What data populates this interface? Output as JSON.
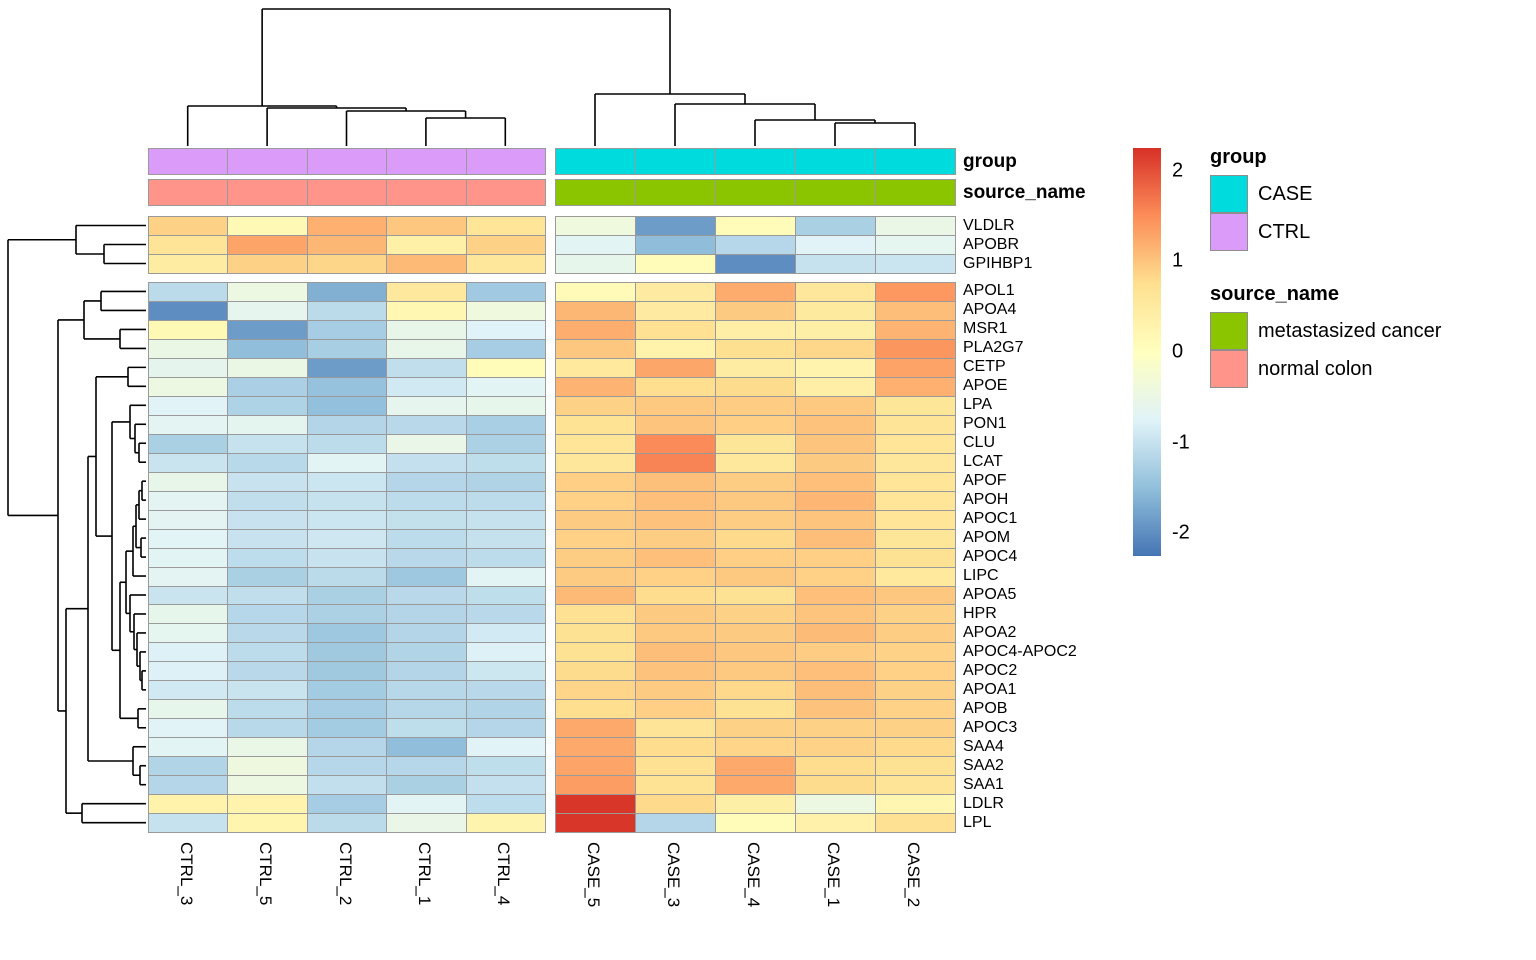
{
  "chart_data": {
    "type": "heatmap",
    "columns": [
      "CTRL_3",
      "CTRL_5",
      "CTRL_2",
      "CTRL_1",
      "CTRL_4",
      "CASE_5",
      "CASE_3",
      "CASE_4",
      "CASE_1",
      "CASE_2"
    ],
    "column_annotations": {
      "group": {
        "label": "group",
        "values": [
          "CTRL",
          "CTRL",
          "CTRL",
          "CTRL",
          "CTRL",
          "CASE",
          "CASE",
          "CASE",
          "CASE",
          "CASE"
        ],
        "colors": {
          "CASE": "#00DBDD",
          "CTRL": "#DA9CF8"
        }
      },
      "source_name": {
        "label": "source_name",
        "values": [
          "normal colon",
          "normal colon",
          "normal colon",
          "normal colon",
          "normal colon",
          "metastasized cancer",
          "metastasized cancer",
          "metastasized cancer",
          "metastasized cancer",
          "metastasized cancer"
        ],
        "colors": {
          "metastasized cancer": "#8BC500",
          "normal colon": "#FF948A"
        }
      }
    },
    "row_blocks": [
      {
        "rows": [
          "VLDLR",
          "APOBR",
          "GPIHBP1"
        ],
        "values": [
          [
            0.88,
            0.15,
            1.18,
            0.98,
            0.63,
            -0.4,
            -1.85,
            0.1,
            -1.26,
            -0.52
          ],
          [
            0.65,
            1.28,
            1.12,
            0.37,
            0.88,
            -0.7,
            -1.52,
            -1.15,
            -0.72,
            -0.63
          ],
          [
            0.45,
            0.88,
            0.84,
            1.1,
            0.58,
            -0.58,
            0.08,
            -2.0,
            -1.0,
            -0.96
          ]
        ]
      },
      {
        "rows": [
          "APOL1",
          "APOA4",
          "MSR1",
          "PLA2G7",
          "CETP",
          "APOE",
          "LPA",
          "PON1",
          "CLU",
          "LCAT",
          "APOF",
          "APOH",
          "APOC1",
          "APOM",
          "APOC4",
          "LIPC",
          "APOA5",
          "HPR",
          "APOA2",
          "APOC4-APOC2",
          "APOC2",
          "APOA1",
          "APOB",
          "APOC3",
          "SAA4",
          "SAA2",
          "SAA1",
          "LDLR",
          "LPL"
        ],
        "values": [
          [
            -1.1,
            -0.45,
            -1.65,
            0.55,
            -1.35,
            0.12,
            0.5,
            1.22,
            0.57,
            1.4
          ],
          [
            -2.0,
            -0.6,
            -1.1,
            0.2,
            -0.4,
            1.12,
            0.48,
            0.95,
            0.52,
            1.06
          ],
          [
            0.15,
            -1.85,
            -1.3,
            -0.55,
            -0.75,
            1.2,
            0.72,
            0.4,
            0.38,
            1.15
          ],
          [
            -0.5,
            -1.5,
            -1.28,
            -0.55,
            -1.3,
            0.98,
            0.3,
            0.74,
            0.83,
            1.42
          ],
          [
            -0.62,
            -0.5,
            -1.85,
            -1.05,
            0.1,
            0.54,
            1.27,
            0.46,
            0.28,
            1.3
          ],
          [
            -0.45,
            -1.25,
            -1.45,
            -0.9,
            -0.7,
            1.16,
            0.77,
            0.79,
            0.4,
            1.18
          ],
          [
            -0.72,
            -1.22,
            -1.48,
            -0.6,
            -0.58,
            0.88,
            0.96,
            0.93,
            0.96,
            0.6
          ],
          [
            -0.68,
            -0.65,
            -1.18,
            -1.12,
            -1.27,
            0.68,
            1.0,
            0.9,
            1.01,
            0.65
          ],
          [
            -1.26,
            -1.0,
            -1.08,
            -0.54,
            -1.24,
            0.63,
            1.52,
            0.61,
            1.0,
            0.63
          ],
          [
            -0.97,
            -1.13,
            -0.7,
            -1.02,
            -1.06,
            0.58,
            1.58,
            0.56,
            0.95,
            0.57
          ],
          [
            -0.55,
            -0.98,
            -0.94,
            -1.17,
            -1.21,
            0.9,
            1.04,
            0.92,
            1.05,
            0.64
          ],
          [
            -0.67,
            -1.05,
            -1.0,
            -1.08,
            -1.08,
            0.89,
            1.05,
            0.96,
            1.13,
            0.62
          ],
          [
            -0.67,
            -0.98,
            -0.94,
            -1.03,
            -1.0,
            0.94,
            1.02,
            0.92,
            1.0,
            0.63
          ],
          [
            -0.71,
            -0.98,
            -0.92,
            -1.09,
            -1.01,
            0.89,
            0.92,
            0.8,
            1.06,
            0.61
          ],
          [
            -0.7,
            -1.07,
            -0.98,
            -1.12,
            -1.08,
            0.92,
            1.05,
            0.9,
            0.9,
            0.7
          ],
          [
            -0.67,
            -1.26,
            -1.1,
            -1.38,
            -0.7,
            0.94,
            0.89,
            0.96,
            0.89,
            0.54
          ],
          [
            -0.97,
            -1.05,
            -1.26,
            -1.12,
            -1.06,
            1.1,
            0.78,
            0.7,
            1.05,
            0.98
          ],
          [
            -0.58,
            -1.15,
            -1.24,
            -1.18,
            -1.12,
            0.72,
            0.95,
            0.88,
            1.0,
            0.88
          ],
          [
            -0.64,
            -1.12,
            -1.38,
            -1.18,
            -0.88,
            0.7,
            0.97,
            0.95,
            1.08,
            0.92
          ],
          [
            -0.78,
            -1.08,
            -1.36,
            -1.2,
            -0.78,
            0.7,
            1.06,
            0.98,
            0.93,
            0.87
          ],
          [
            -0.78,
            -1.12,
            -1.36,
            -1.18,
            -0.93,
            0.79,
            1.01,
            0.97,
            1.05,
            0.89
          ],
          [
            -0.9,
            -0.97,
            -1.33,
            -1.14,
            -1.12,
            0.85,
            0.94,
            0.82,
            1.06,
            0.88
          ],
          [
            -0.58,
            -1.08,
            -1.3,
            -1.16,
            -1.2,
            0.76,
            0.9,
            0.71,
            1.01,
            0.87
          ],
          [
            -0.73,
            -1.13,
            -1.33,
            -1.06,
            -1.17,
            1.25,
            0.66,
            0.88,
            0.88,
            0.88
          ],
          [
            -0.7,
            -0.52,
            -1.17,
            -1.5,
            -0.72,
            1.25,
            0.78,
            0.85,
            0.87,
            0.8
          ],
          [
            -1.2,
            -0.42,
            -1.15,
            -1.15,
            -1.06,
            1.28,
            0.72,
            1.25,
            0.78,
            0.7
          ],
          [
            -1.17,
            -0.46,
            -1.04,
            -1.26,
            -1.02,
            1.35,
            0.68,
            1.25,
            0.79,
            0.66
          ],
          [
            0.3,
            0.28,
            -1.3,
            -0.7,
            -1.07,
            2.2,
            0.8,
            0.38,
            -0.45,
            0.22
          ],
          [
            -1.0,
            0.25,
            -1.1,
            -0.54,
            0.27,
            2.2,
            -1.17,
            0.1,
            0.35,
            0.72
          ]
        ]
      }
    ],
    "color_scale": {
      "domain": [
        -2.25,
        2.25
      ],
      "stops": [
        [
          -2.25,
          "#4575B4"
        ],
        [
          -1.5,
          "#91BFDB"
        ],
        [
          -0.75,
          "#E0F3F8"
        ],
        [
          0,
          "#FFFFBF"
        ],
        [
          0.75,
          "#FEE090"
        ],
        [
          1.5,
          "#FC8D59"
        ],
        [
          2.25,
          "#D73027"
        ]
      ],
      "ticks": [
        {
          "value": 2,
          "label": "2"
        },
        {
          "value": 1,
          "label": "1"
        },
        {
          "value": 0,
          "label": "0"
        },
        {
          "value": -1,
          "label": "-1"
        },
        {
          "value": -2,
          "label": "-2"
        }
      ]
    },
    "legend": {
      "group": {
        "title": "group",
        "entries": [
          {
            "label": "CASE",
            "color": "#00DBDD"
          },
          {
            "label": "CTRL",
            "color": "#DA9CF8"
          }
        ]
      },
      "source_name": {
        "title": "source_name",
        "entries": [
          {
            "label": "metastasized cancer",
            "color": "#8BC500"
          },
          {
            "label": "normal colon",
            "color": "#FF948A"
          }
        ]
      }
    },
    "col_dendrogram": {
      "h": 137,
      "c": [
        {
          "h": 40,
          "c": [
            "CTRL_3",
            {
              "h": 38,
              "c": [
                "CTRL_5",
                {
                  "h": 35,
                  "c": [
                    "CTRL_2",
                    {
                      "h": 28,
                      "c": [
                        "CTRL_1",
                        "CTRL_4"
                      ]
                    }
                  ]
                }
              ]
            }
          ]
        },
        {
          "h": 52,
          "c": [
            "CASE_5",
            {
              "h": 42,
              "c": [
                "CASE_3",
                {
                  "h": 26,
                  "c": [
                    "CASE_4",
                    {
                      "h": 23,
                      "c": [
                        "CASE_1",
                        "CASE_2"
                      ]
                    }
                  ]
                }
              ]
            }
          ]
        }
      ]
    },
    "row_dendrogram": {
      "h": 138,
      "c": [
        {
          "h": 70,
          "c": [
            "VLDLR",
            {
              "h": 42,
              "c": [
                "APOBR",
                "GPIHBP1"
              ]
            }
          ]
        },
        {
          "h": 88,
          "c": [
            {
              "h": 62,
              "c": [
                {
                  "h": 45,
                  "c": [
                    "APOL1",
                    "APOA4"
                  ]
                },
                {
                  "h": 26,
                  "c": [
                    "MSR1",
                    "PLA2G7"
                  ]
                }
              ]
            },
            {
              "h": 80,
              "c": [
                {
                  "h": 58,
                  "c": [
                    {
                      "h": 50,
                      "c": [
                        {
                          "h": 18,
                          "c": [
                            "CETP",
                            "APOE"
                          ]
                        },
                        {
                          "h": 34,
                          "c": [
                            {
                              "h": 16,
                              "c": [
                                "LPA",
                                {
                                  "h": 11,
                                  "c": [
                                    "PON1",
                                    {
                                      "h": 7,
                                      "c": [
                                        "CLU",
                                        "LCAT"
                                      ]
                                    }
                                  ]
                                }
                              ]
                            },
                            {
                              "h": 26,
                              "c": [
                                {
                                  "h": 20,
                                  "c": [
                                    {
                                      "h": 13,
                                      "c": [
                                        {
                                          "h": 10,
                                          "c": [
                                            {
                                              "h": 7,
                                              "c": [
                                                {
                                                  "h": 4,
                                                  "c": [
                                                    "APOF",
                                                    "APOH"
                                                  ]
                                                },
                                                "APOC1"
                                              ]
                                            },
                                            {
                                              "h": 5,
                                              "c": [
                                                "APOM",
                                                "APOC4"
                                              ]
                                            }
                                          ]
                                        },
                                        "LIPC"
                                      ]
                                    },
                                    {
                                      "h": 16,
                                      "c": [
                                        "APOA5",
                                        {
                                          "h": 12,
                                          "c": [
                                            "HPR",
                                            {
                                              "h": 9,
                                              "c": [
                                                "APOA2",
                                                {
                                                  "h": 6,
                                                  "c": [
                                                    "APOC4-APOC2",
                                                    {
                                                      "h": 4,
                                                      "c": [
                                                        "APOC2",
                                                        "APOA1"
                                                      ]
                                                    }
                                                  ]
                                                }
                                              ]
                                            }
                                          ]
                                        }
                                      ]
                                    }
                                  ]
                                },
                                {
                                  "h": 8,
                                  "c": [
                                    "APOB",
                                    "APOC3"
                                  ]
                                }
                              ]
                            }
                          ]
                        }
                      ]
                    },
                    {
                      "h": 13,
                      "c": [
                        "SAA4",
                        {
                          "h": 6,
                          "c": [
                            "SAA2",
                            "SAA1"
                          ]
                        }
                      ]
                    }
                  ]
                },
                {
                  "h": 64,
                  "c": [
                    "LDLR",
                    "LPL"
                  ]
                }
              ]
            }
          ]
        }
      ]
    }
  }
}
